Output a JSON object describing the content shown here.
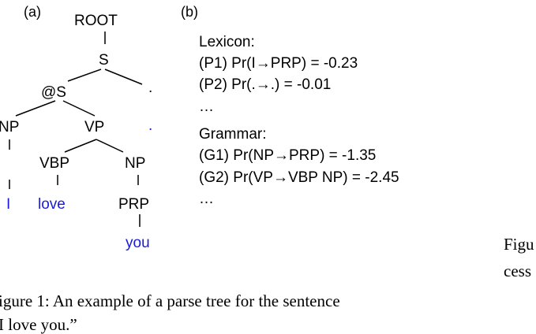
{
  "figure": {
    "panel_a_label": "(a)",
    "panel_b_label": "(b)",
    "tree": {
      "root": "ROOT",
      "s": "S",
      "at_s": "@S",
      "period_top": ".",
      "np_left": "NP",
      "vp": "VP",
      "period_word": ".",
      "vbp": "VBP",
      "np_right": "NP",
      "word_i": "I",
      "word_love": "love",
      "prp": "PRP",
      "word_you": "you"
    },
    "rules": {
      "lexicon_header": "Lexicon:",
      "p1": "(P1) Pr(I→PRP) = -0.23",
      "p2": "(P2) Pr(.→.) = -0.01",
      "ellipsis1": "…",
      "grammar_header": "Grammar:",
      "g1": "(G1) Pr(NP→PRP) = -1.35",
      "g2": "(G2) Pr(VP→VBP NP) = -2.45",
      "ellipsis2": "…"
    },
    "colors": {
      "word": "#1a1ad9",
      "text": "#000000"
    }
  },
  "caption": {
    "line1": "igure 1:  An example of a parse tree for the sentence",
    "line2": "I love you.”"
  },
  "side_fragment": {
    "line1": "Figu",
    "line2": "cess"
  }
}
